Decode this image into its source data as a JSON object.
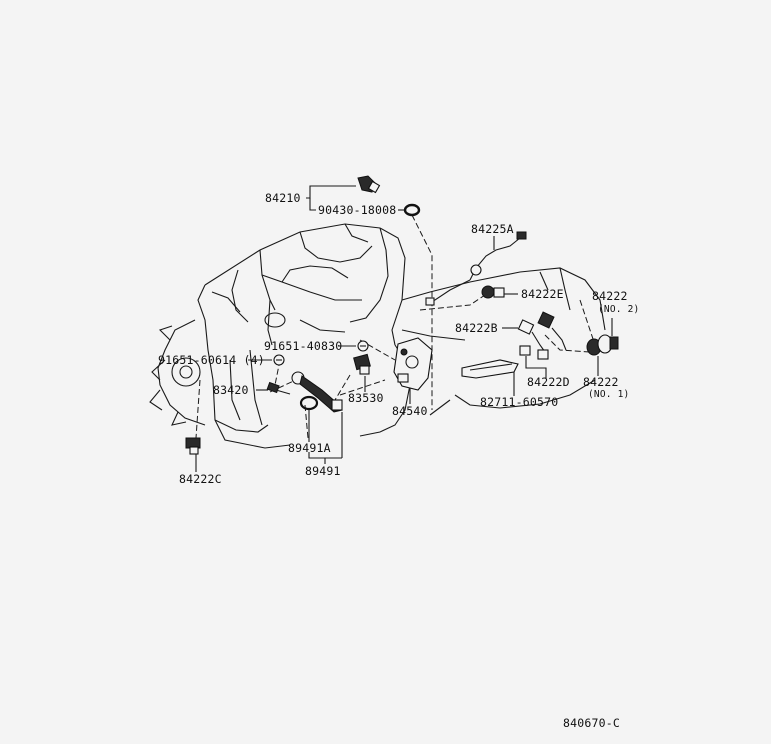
{
  "labels": {
    "p84210": "84210",
    "p90430": "90430-18008",
    "p84225a": "84225A",
    "p84222e": "84222E",
    "p84222no2": "84222",
    "p84222no2_sub": "(NO. 2)",
    "p84222b": "84222B",
    "p91651_40830": "91651-40830",
    "p91651_60614": "91651-60614 (4)",
    "p83420": "83420",
    "p83530": "83530",
    "p84540": "84540",
    "p82711": "82711-60570",
    "p84222d": "84222D",
    "p84222no1": "84222",
    "p84222no1_sub": "(NO. 1)",
    "p89491a": "89491A",
    "p89491": "89491",
    "p84222c": "84222C",
    "figure_code": "840670-C"
  }
}
